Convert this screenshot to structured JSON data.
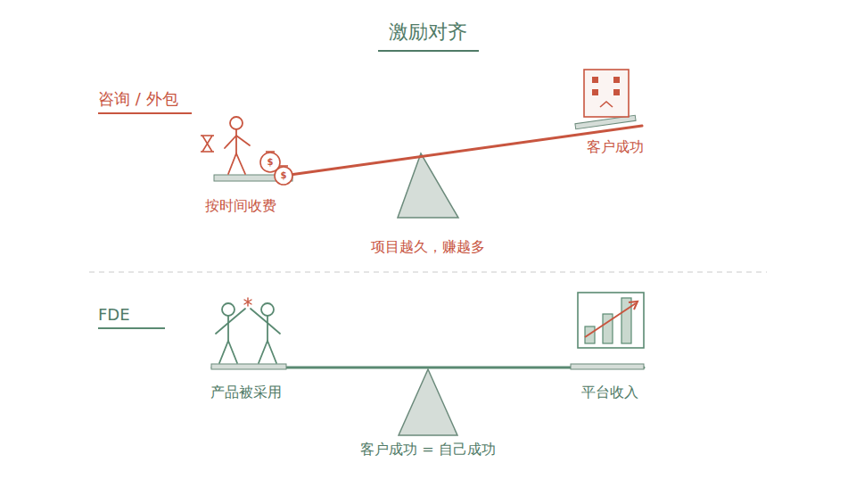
{
  "diagram": {
    "title": "激励对齐",
    "labels": [
      "咨询 / 外包",
      "按时间收费",
      "客户成功",
      "项目越久，赚越多",
      "FDE",
      "产品被采用",
      "平台收入",
      "客户成功 = 自己成功",
      "$",
      "$"
    ]
  }
}
